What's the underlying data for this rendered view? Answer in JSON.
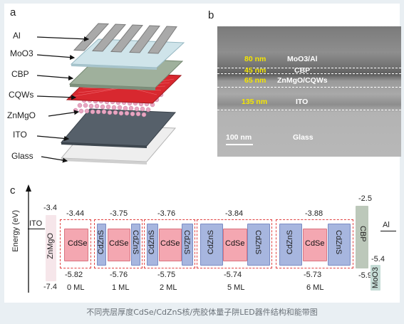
{
  "panel_a": {
    "letter": "a",
    "layers": [
      "Al",
      "MoO3",
      "CBP",
      "CQWs",
      "ZnMgO",
      "ITO",
      "Glass"
    ]
  },
  "panel_b": {
    "letter": "b",
    "thickness": [
      "80 nm",
      "45 nm",
      "65 nm",
      "135 nm"
    ],
    "layers": [
      "MoO3/Al",
      "CBP",
      "ZnMgO/CQWs",
      "ITO",
      "Glass"
    ],
    "scale_bar": "100 nm"
  },
  "panel_c": {
    "letter": "c",
    "y_axis_label": "Energy (eV)",
    "ito_label": "ITO",
    "znmgo": {
      "name": "ZnMgO",
      "top": "-3.4",
      "bottom": "-7.4"
    },
    "devices": [
      {
        "name": "0 ML",
        "top": "-3.44",
        "bottom": "-5.82",
        "core": "CdSe",
        "shell": ""
      },
      {
        "name": "1 ML",
        "top": "-3.75",
        "bottom": "-5.76",
        "core": "CdSe",
        "shell": "CdZnS"
      },
      {
        "name": "2 ML",
        "top": "-3.76",
        "bottom": "-5.75",
        "core": "CdSe",
        "shell": "CdZnS"
      },
      {
        "name": "5 ML",
        "top": "-3.84",
        "bottom": "-5.74",
        "core": "CdSe",
        "shell": "CdZnS"
      },
      {
        "name": "6 ML",
        "top": "-3.88",
        "bottom": "-5.73",
        "core": "CdSe",
        "shell": "CdZnS"
      }
    ],
    "cbp": {
      "name": "CBP",
      "top": "-2.5",
      "bottom": "-5.9"
    },
    "moo3": {
      "name": "MoO3",
      "value": "-5.4"
    },
    "al_label": "Al"
  },
  "caption": "不同壳层厚度CdSe/CdZnS核/壳胶体量子阱LED器件结构和能带图",
  "colors": {
    "core": "#f4a7b1",
    "shell": "#a7b6df",
    "dashbox": "#e04040",
    "cbp": "#bcc8ba",
    "moo3": "#c5dcd6",
    "znmgo": "#f6e6ea"
  }
}
